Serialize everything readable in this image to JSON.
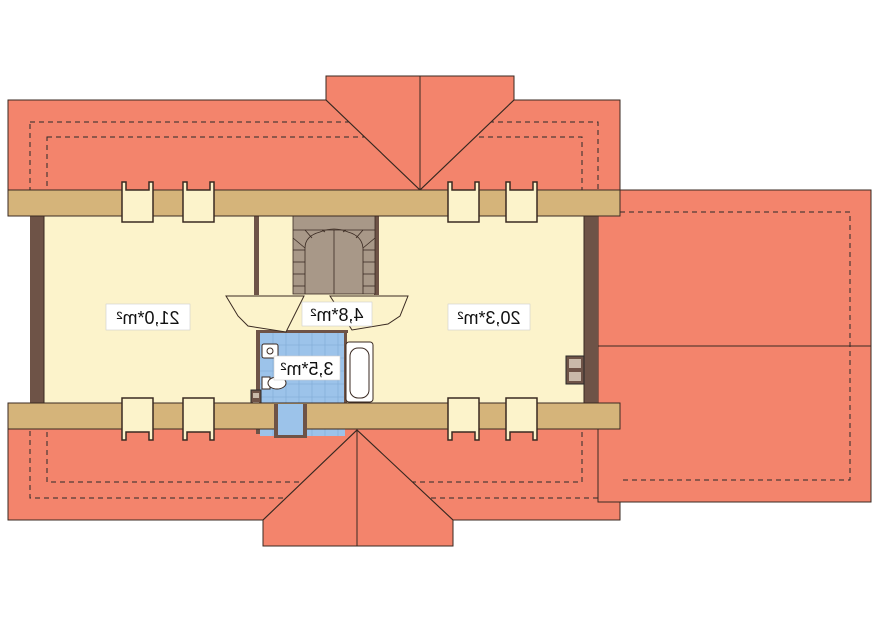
{
  "rooms": [
    {
      "id": "room-left",
      "label": "21,0*m²"
    },
    {
      "id": "hall",
      "label": "4,8*m²"
    },
    {
      "id": "room-right",
      "label": "20,3*m²"
    },
    {
      "id": "bathroom",
      "label": "3,5*m²"
    }
  ],
  "colors": {
    "roof": "#f3846c",
    "floor": "#fcf3cb",
    "beam": "#d5b47a",
    "wall": "#6e5347",
    "bathroom_tile": "#9cc3ea"
  }
}
